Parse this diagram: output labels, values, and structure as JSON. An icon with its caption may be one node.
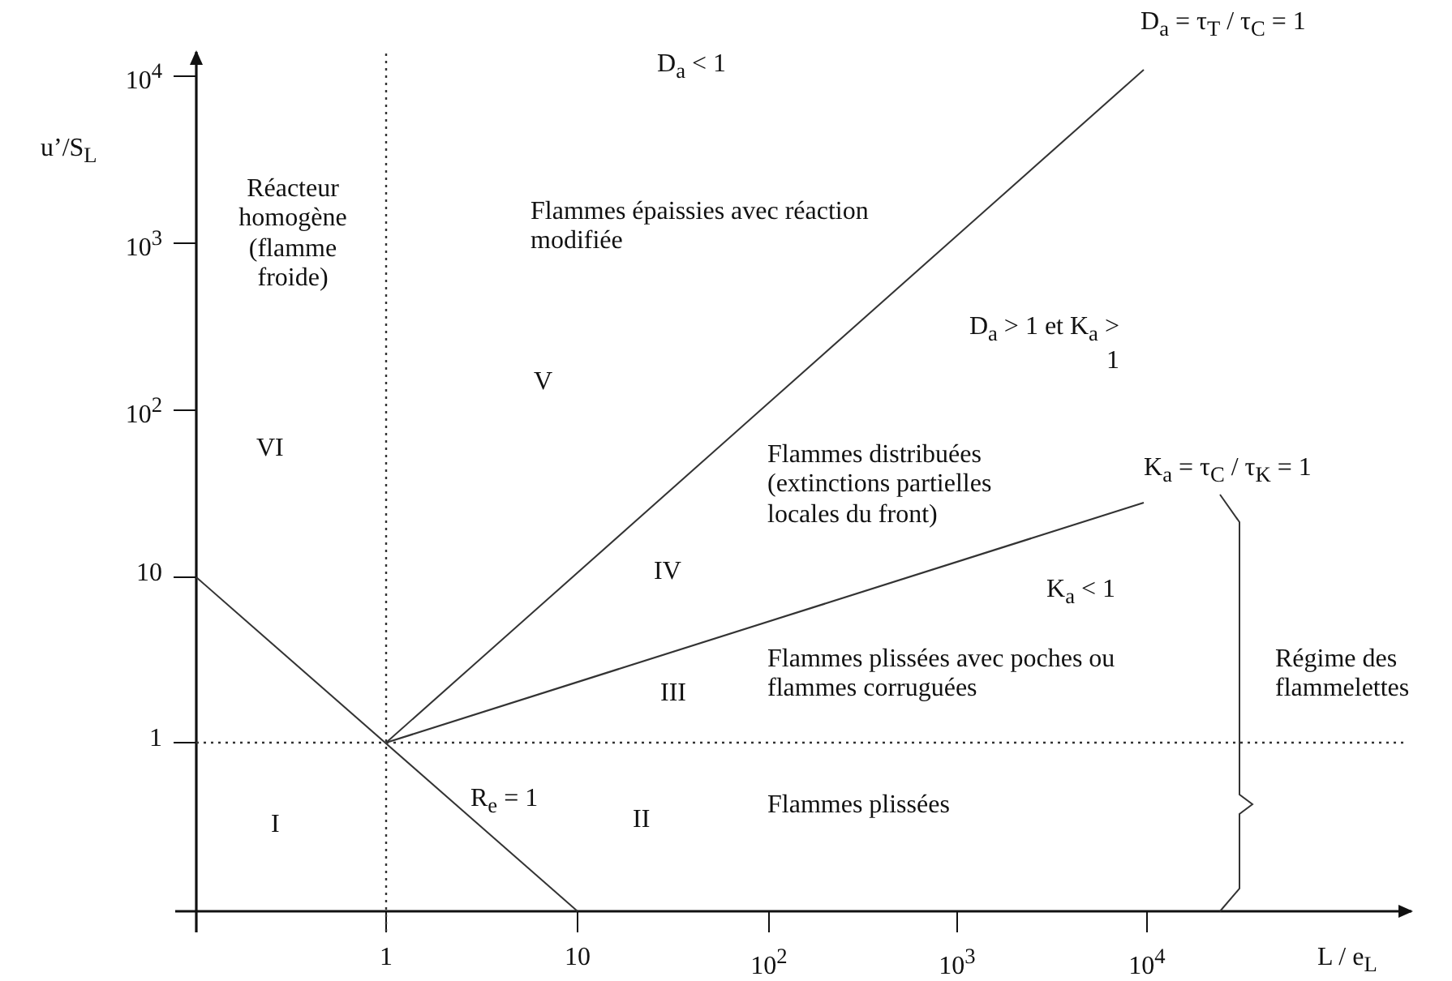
{
  "diagram": {
    "labels": [
      "D$_{a}$ < 1",
      "D$_{a}$ =  τ$_{T}$ / τ$_{C}$ = 1",
      "10$^{4}$",
      "u’/S$_{L}$",
      "Réacteur homogène (flamme froide)",
      "Flammes épaissies avec réaction modifiée",
      "10$^{3}$",
      "D$_{a}$ > 1 et K$_{a}$ > 1",
      "10$^{2}$",
      "VI",
      "V",
      "Flammes distribuées (extinctions partielles locales du front)",
      "K$_{a}$ = τ$_{C}$ / τ$_{K}$ = 1",
      "10",
      "IV",
      "K$_{a}$ < 1",
      "III",
      "Flammes plissées avec poches ou flammes corruguées",
      "Régime des flammelettes",
      "1",
      "R$_{e}$ = 1",
      "I",
      "II",
      "Flammes plissées",
      "1",
      "10",
      "10$^{2}$",
      "10$^{3}$",
      "10$^{4}$",
      "L / e$_{L}$"
    ]
  }
}
